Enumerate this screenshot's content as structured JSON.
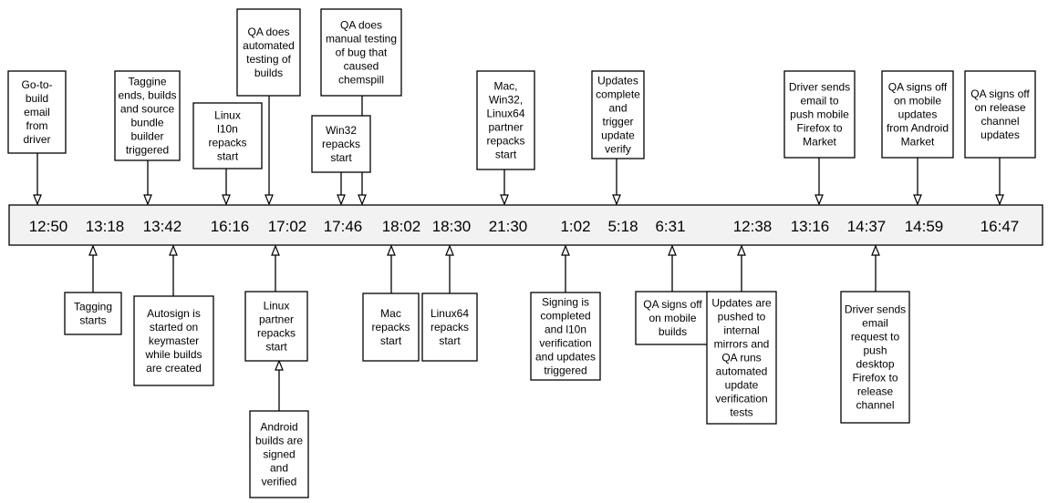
{
  "times": [
    "12:50",
    "13:18",
    "13:42",
    "16:16",
    "17:02",
    "17:46",
    "18:02",
    "18:30",
    "21:30",
    "1:02",
    "5:18",
    "6:31",
    "12:38",
    "13:16",
    "14:37",
    "14:59",
    "16:47"
  ],
  "events_above": [
    {
      "id": "go-to-build-email",
      "lines": [
        "Go-to-",
        "build",
        "email",
        "from",
        "driver"
      ],
      "time": "12:50"
    },
    {
      "id": "tagging-ends",
      "lines": [
        "Taggine",
        "ends, builds",
        "and source",
        "bundle",
        "builder",
        "triggered"
      ],
      "time": "13:42"
    },
    {
      "id": "linux-l10n-repacks",
      "lines": [
        "Linux",
        "l10n",
        "repacks",
        "start"
      ],
      "time": "16:16"
    },
    {
      "id": "qa-automated-testing",
      "lines": [
        "QA does",
        "automated",
        "testing of",
        "builds"
      ],
      "time": "17:02"
    },
    {
      "id": "win32-repacks",
      "lines": [
        "Win32",
        "repacks",
        "start"
      ],
      "time": "17:46"
    },
    {
      "id": "qa-manual-testing",
      "lines": [
        "QA does",
        "manual testing",
        "of bug that",
        "caused",
        "chemspill"
      ],
      "time": "17:46+"
    },
    {
      "id": "partner-repacks",
      "lines": [
        "Mac,",
        "Win32,",
        "Linux64",
        "partner",
        "repacks",
        "start"
      ],
      "time": "21:30"
    },
    {
      "id": "updates-complete",
      "lines": [
        "Updates",
        "complete",
        "and",
        "trigger",
        "update",
        "verify"
      ],
      "time": "5:18"
    },
    {
      "id": "driver-email-mobile",
      "lines": [
        "Driver sends",
        "email to",
        "push mobile",
        "Firefox to",
        "Market"
      ],
      "time": "13:16"
    },
    {
      "id": "qa-signs-off-android",
      "lines": [
        "QA signs off",
        "on mobile",
        "updates",
        "from Android",
        "Market"
      ],
      "time": "14:59"
    },
    {
      "id": "qa-signs-off-release",
      "lines": [
        "QA signs off",
        "on release",
        "channel",
        "updates"
      ],
      "time": "16:47"
    }
  ],
  "events_below": [
    {
      "id": "tagging-starts",
      "lines": [
        "Tagging",
        "starts"
      ],
      "time": "13:18"
    },
    {
      "id": "autosign",
      "lines": [
        "Autosign is",
        "started on",
        "keymaster",
        "while builds",
        "are created"
      ],
      "time": "13:42"
    },
    {
      "id": "linux-partner-repacks",
      "lines": [
        "Linux",
        "partner",
        "repacks",
        "start"
      ],
      "time": "17:02"
    },
    {
      "id": "android-builds-signed",
      "lines": [
        "Android",
        "builds are",
        "signed",
        "and",
        "verified"
      ],
      "time": "17:02"
    },
    {
      "id": "mac-repacks",
      "lines": [
        "Mac",
        "repacks",
        "start"
      ],
      "time": "18:02"
    },
    {
      "id": "linux64-repacks",
      "lines": [
        "Linux64",
        "repacks",
        "start"
      ],
      "time": "18:30"
    },
    {
      "id": "signing-completed",
      "lines": [
        "Signing is",
        "completed",
        "and l10n",
        "verification",
        "and updates",
        "triggered"
      ],
      "time": "1:02"
    },
    {
      "id": "qa-signs-off-mobile",
      "lines": [
        "QA signs off",
        "on mobile",
        "builds"
      ],
      "time": "6:31"
    },
    {
      "id": "updates-pushed",
      "lines": [
        "Updates are",
        "pushed to",
        "internal",
        "mirrors and",
        "QA runs",
        "automated",
        "update",
        "verification",
        "tests"
      ],
      "time": "12:38"
    },
    {
      "id": "driver-email-desktop",
      "lines": [
        "Driver sends",
        "email",
        "request to",
        "push",
        "desktop",
        "Firefox to",
        "release",
        "channel"
      ],
      "time": "14:37"
    }
  ]
}
